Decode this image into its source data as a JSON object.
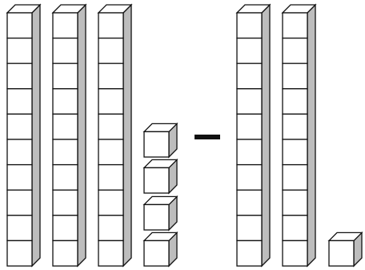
{
  "diagram": {
    "type": "base-ten-blocks-subtraction",
    "minuend": {
      "tens_rods": 3,
      "ones_cubes": 4
    },
    "operator": "minus",
    "subtrahend": {
      "tens_rods": 2,
      "ones_cubes": 1
    },
    "cubes_per_rod": 10,
    "colors": {
      "front": "#ffffff",
      "top": "#ffffff",
      "side": "#bdbdbd",
      "outline": "#111111"
    }
  }
}
